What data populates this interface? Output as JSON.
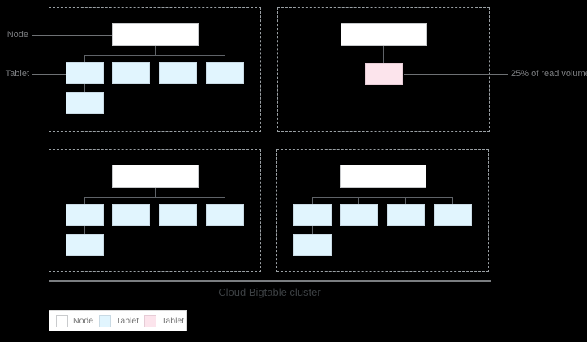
{
  "title": "Cloud Bigtable cluster",
  "callouts": {
    "node": "Node",
    "tablet": "Tablet",
    "read_volume": "25% of read volume"
  },
  "legend": {
    "items": [
      {
        "label": "Node",
        "swatch_color": "#ffffff",
        "swatch_border": "#c9cbcd"
      },
      {
        "label": "Tablet",
        "swatch_color": "#e1f5fe",
        "swatch_border": "#c9dae4"
      },
      {
        "label": "Tablet",
        "swatch_color": "#fce4ec",
        "swatch_border": "#e6ccd6"
      }
    ]
  },
  "diagram": {
    "groups": [
      {
        "id": "top-left",
        "node_count": 1,
        "tablet_count": 5,
        "hot_tablet_count": 0
      },
      {
        "id": "top-right",
        "node_count": 1,
        "tablet_count": 1,
        "hot_tablet_count": 1,
        "annotation": "25% of read volume"
      },
      {
        "id": "bottom-left",
        "node_count": 1,
        "tablet_count": 5,
        "hot_tablet_count": 0
      },
      {
        "id": "bottom-right",
        "node_count": 1,
        "tablet_count": 5,
        "hot_tablet_count": 0
      }
    ]
  },
  "colors": {
    "background": "#000000",
    "node_fill": "#ffffff",
    "tablet_fill": "#e1f5fe",
    "hot_tablet_fill": "#fce4ec",
    "connector": "#5f6368",
    "dashed_border": "#9aa0a4",
    "callout_text": "#7d7f82",
    "title_text": "#3c4043",
    "legend_text": "#757575"
  }
}
